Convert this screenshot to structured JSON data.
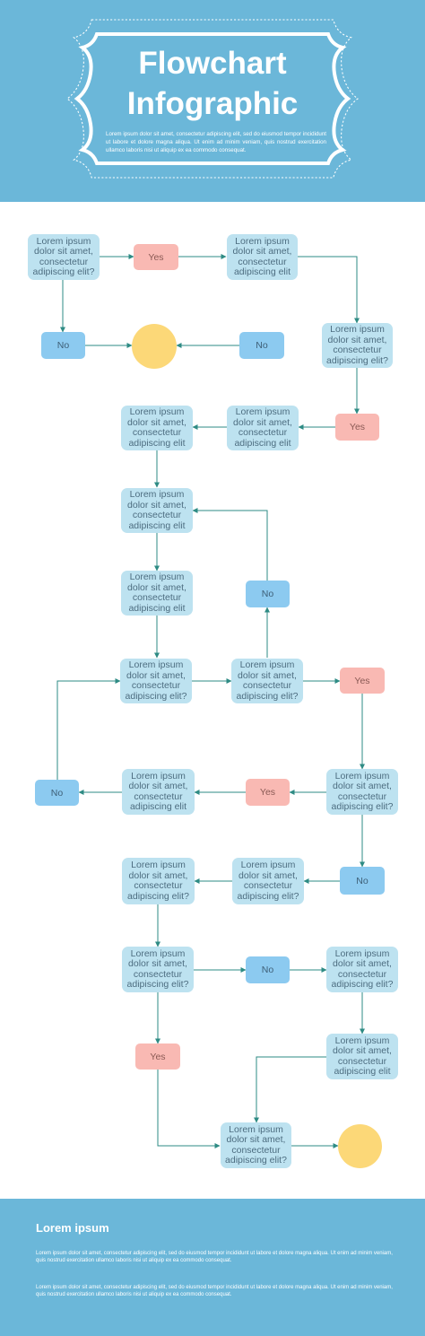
{
  "header": {
    "title_line1": "Flowchart",
    "title_line2": "Infographic",
    "description": "Lorem ipsum dolor sit amet, consectetur adipiscing elit, sed do eiusmod tempor incididunt ut labore et dolore magna aliqua. Ut enim ad minim veniam, quis nostrud exercitation ullamco laboris nisi ut aliquip ex ea commodo consequat."
  },
  "flow": {
    "question": "Lorem ipsum dolor sit amet, consectetur adipiscing elit?",
    "statement": "Lorem ipsum dolor sit amet, consectetur adipiscing elit",
    "yes": "Yes",
    "no": "No"
  },
  "footer": {
    "title": "Lorem ipsum",
    "paragraph1": "Lorem ipsum dolor sit amet, consectetur adipiscing elit, sed do eiusmod tempor incididunt ut labore et dolore magna aliqua. Ut enim ad minim veniam, quis nostrud exercitation ullamco laboris nisi ut aliquip ex ea commodo consequat.",
    "paragraph2": "Lorem ipsum dolor sit amet, consectetur adipiscing elit, sed do eiusmod tempor incididunt ut labore et dolore magna aliqua. Ut enim ad minim veniam, quis nostrud exercitation ullamco laboris nisi ut aliquip ex ea commodo consequat."
  },
  "colors": {
    "header_bg": "#6bb7d9",
    "process_box": "#bde2f0",
    "yes_box": "#f9b9b3",
    "no_box": "#8ccaf0",
    "terminal": "#fcd878",
    "connector": "#2e8b84"
  }
}
